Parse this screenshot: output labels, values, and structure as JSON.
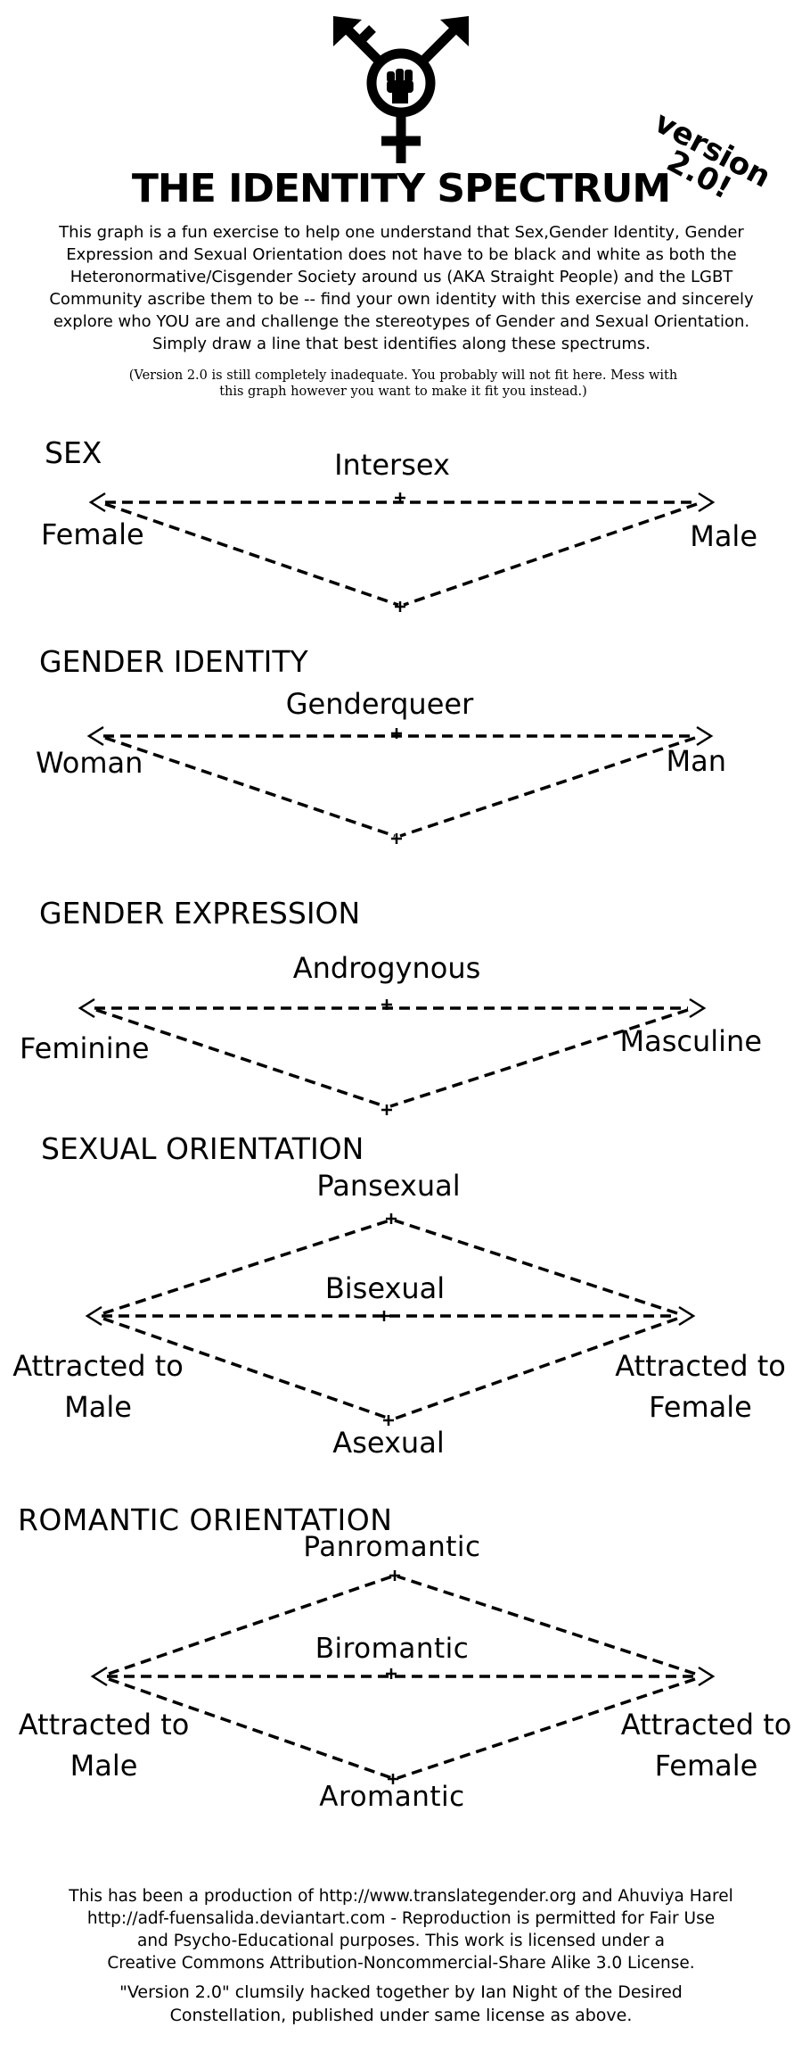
{
  "title": "THE IDENTITY SPECTRUM",
  "version_badge": "version 2.0!",
  "intro": "This graph is a fun exercise to help one understand that Sex,Gender Identity, Gender Expression and Sexual Orientation does not have to be black and white as both the Heteronormative/Cisgender Society around us (AKA Straight People) and the LGBT Community ascribe them to be -- find your own identity with this exercise and sincerely explore who YOU are and challenge the stereotypes of Gender and Sexual Orientation. Simply draw a line that best identifies along these spectrums.",
  "note": "(Version 2.0 is still completely inadequate. You probably will not fit here. Mess with this graph however you want to make it fit you instead.)",
  "sections": {
    "sex": {
      "heading": "SEX",
      "middle": "Intersex",
      "left": "Female",
      "right": "Male"
    },
    "gender_identity": {
      "heading": "GENDER IDENTITY",
      "middle": "Genderqueer",
      "left": "Woman",
      "right": "Man"
    },
    "gender_expression": {
      "heading": "GENDER EXPRESSION",
      "middle": "Androgynous",
      "left": "Feminine",
      "right": "Masculine"
    },
    "sexual_orientation": {
      "heading": "SEXUAL ORIENTATION",
      "top": "Pansexual",
      "middle": "Bisexual",
      "bottom": "Asexual",
      "left": "Attracted to Male",
      "left_line1": "Attracted to",
      "left_line2": "Male",
      "right": "Attracted to Female",
      "right_line1": "Attracted to",
      "right_line2": "Female"
    },
    "romantic_orientation": {
      "heading": "ROMANTIC ORIENTATION",
      "top": "Panromantic",
      "middle": "Biromantic",
      "bottom": "Aromantic",
      "left": "Attracted to Male",
      "left_line1": "Attracted to",
      "left_line2": "Male",
      "right": "Attracted to Female",
      "right_line1": "Attracted to",
      "right_line2": "Female"
    }
  },
  "footer": {
    "line1": "This has been a production of http://www.translategender.org and Ahuviya Harel",
    "line2": "http://adf-fuensalida.deviantart.com - Reproduction is permitted for Fair Use",
    "line3": "and Psycho-Educational purposes. This work is licensed under a",
    "line4": "Creative Commons Attribution-Noncommercial-Share Alike 3.0 License.",
    "credit1": "\"Version 2.0\" clumsily hacked together by Ian Night of the Desired",
    "credit2": "Constellation, published under same license as above."
  },
  "icons": {
    "logo": "transgender-symbol-with-raised-fist-icon"
  }
}
